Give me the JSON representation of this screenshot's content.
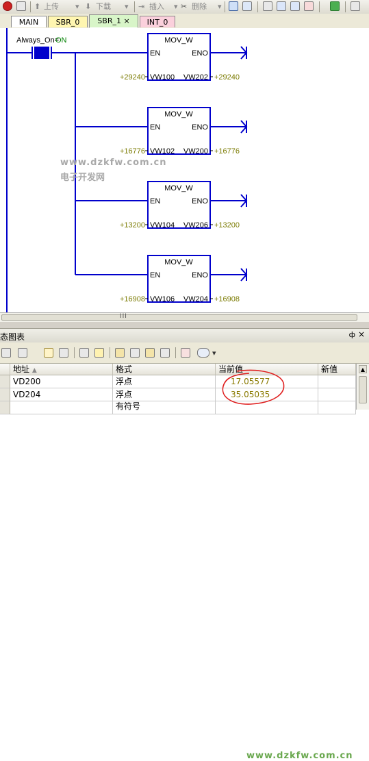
{
  "toolbar": {
    "upload_label": "上传",
    "download_label": "下载",
    "insert_label": "插入",
    "delete_label": "删除"
  },
  "tabs": [
    {
      "label": "MAIN",
      "color": "#ffffff"
    },
    {
      "label": "SBR_0",
      "color": "#fff6b0"
    },
    {
      "label": "SBR_1",
      "color": "#d8f5c8",
      "active": true,
      "close": "×"
    },
    {
      "label": "INT_0",
      "color": "#fbd0dc"
    }
  ],
  "ladder": {
    "contact_label": "Always_On=ON",
    "wire_color": "#0000cc",
    "value_color": "#7a7a00",
    "blocks": [
      {
        "name": "MOV_W",
        "en": "EN",
        "eno": "ENO",
        "in_val": "+29240",
        "in_addr": "VW100",
        "out_addr": "VW202",
        "out_val": "+29240"
      },
      {
        "name": "MOV_W",
        "en": "EN",
        "eno": "ENO",
        "in_val": "+16776",
        "in_addr": "VW102",
        "out_addr": "VW200",
        "out_val": "+16776"
      },
      {
        "name": "MOV_W",
        "en": "EN",
        "eno": "ENO",
        "in_val": "+13200",
        "in_addr": "VW104",
        "out_addr": "VW206",
        "out_val": "+13200"
      },
      {
        "name": "MOV_W",
        "en": "EN",
        "eno": "ENO",
        "in_val": "+16908",
        "in_addr": "VW106",
        "out_addr": "VW204",
        "out_val": "+16908"
      }
    ]
  },
  "watermark": {
    "url": "www.dzkfw.com.cn",
    "cn": "电子开发网"
  },
  "status_chart": {
    "title": "态图表",
    "pin": "ф",
    "close": "×",
    "columns": [
      "地址",
      "格式",
      "当前值",
      "新值"
    ],
    "rows": [
      {
        "address": "VD200",
        "format": "浮点",
        "current": "17.05577",
        "new": ""
      },
      {
        "address": "VD204",
        "format": "浮点",
        "current": "35.05035",
        "new": ""
      },
      {
        "address": "",
        "format": "有符号",
        "current": "",
        "new": ""
      }
    ]
  }
}
